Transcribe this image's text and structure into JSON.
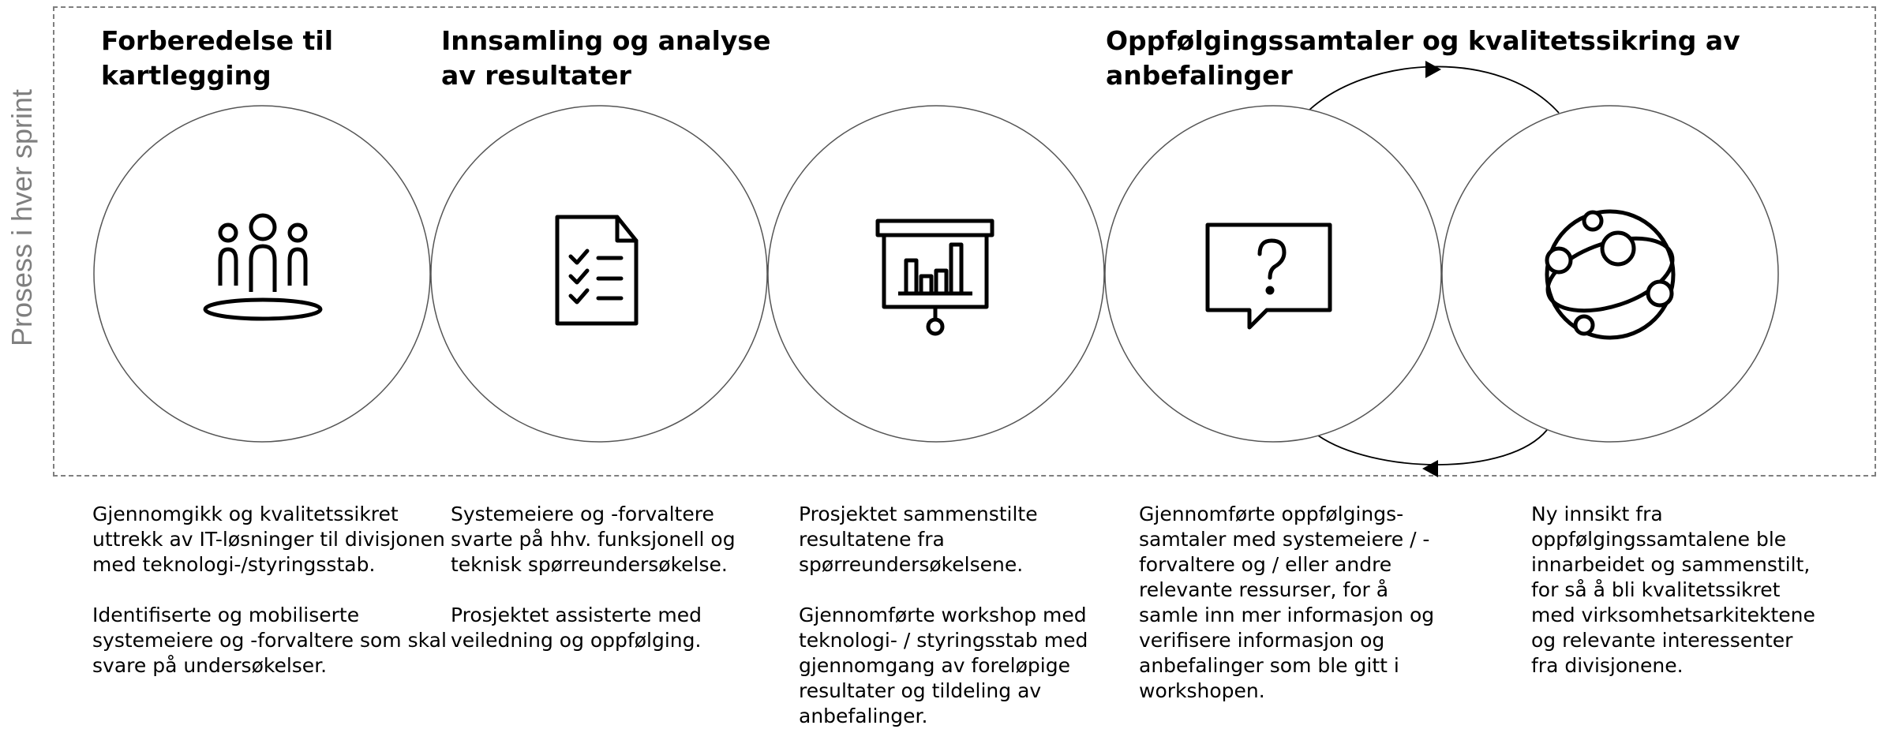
{
  "side_label": "Prosess i hver sprint",
  "phases": [
    {
      "title": "Forberedelse til\nkartlegging"
    },
    {
      "title": "Innsamling og analyse\nav resultater"
    },
    {
      "title": "Oppfølgingssamtaler og kvalitetssikring av\nanbefalinger"
    }
  ],
  "steps": [
    {
      "icon": "people-group-icon",
      "paragraphs": [
        "Gjennomgikk og kvalitetssikret\nuttrekk av IT-løsninger til divisjonen\nmed teknologi-/styringsstab.",
        "Identifiserte og mobiliserte\nsystemeiere og -forvaltere som skal\nsvare på undersøkelser."
      ]
    },
    {
      "icon": "checklist-document-icon",
      "paragraphs": [
        "Systemeiere og -forvaltere\nsvarte på hhv. funksjonell og\nteknisk spørreundersøkelse.",
        "Prosjektet assisterte med\nveiledning og oppfølging."
      ]
    },
    {
      "icon": "presentation-board-icon",
      "paragraphs": [
        "Prosjektet sammenstilte\nresultatene fra\nspørreundersøkelsene.",
        "Gjennomførte workshop med\nteknologi- / styringsstab med\ngjennomgang av foreløpige\nresultater og tildeling av\nanbefalinger."
      ]
    },
    {
      "icon": "question-speech-bubble-icon",
      "paragraphs": [
        "Gjennomførte oppfølgings-\nsamtaler med systemeiere / -\nforvaltere og / eller andre\nrelevante ressurser, for å\nsamle inn mer informasjon og\nverifisere informasjon og\nanbefalinger som ble gitt i\nworkshopen."
      ]
    },
    {
      "icon": "network-nodes-icon",
      "paragraphs": [
        "Ny innsikt fra\noppfølgingssamtalene ble\ninnarbeidet og sammenstilt,\nfor så å bli kvalitetssikret\nmed virksomhetsarkitektene\nog relevante interessenter\nfra divisjonene."
      ]
    }
  ],
  "colors": {
    "frame": "#7f7f7f",
    "circle_stroke": "#555555",
    "icon": "#000000",
    "side_label": "#7f7f7f"
  }
}
